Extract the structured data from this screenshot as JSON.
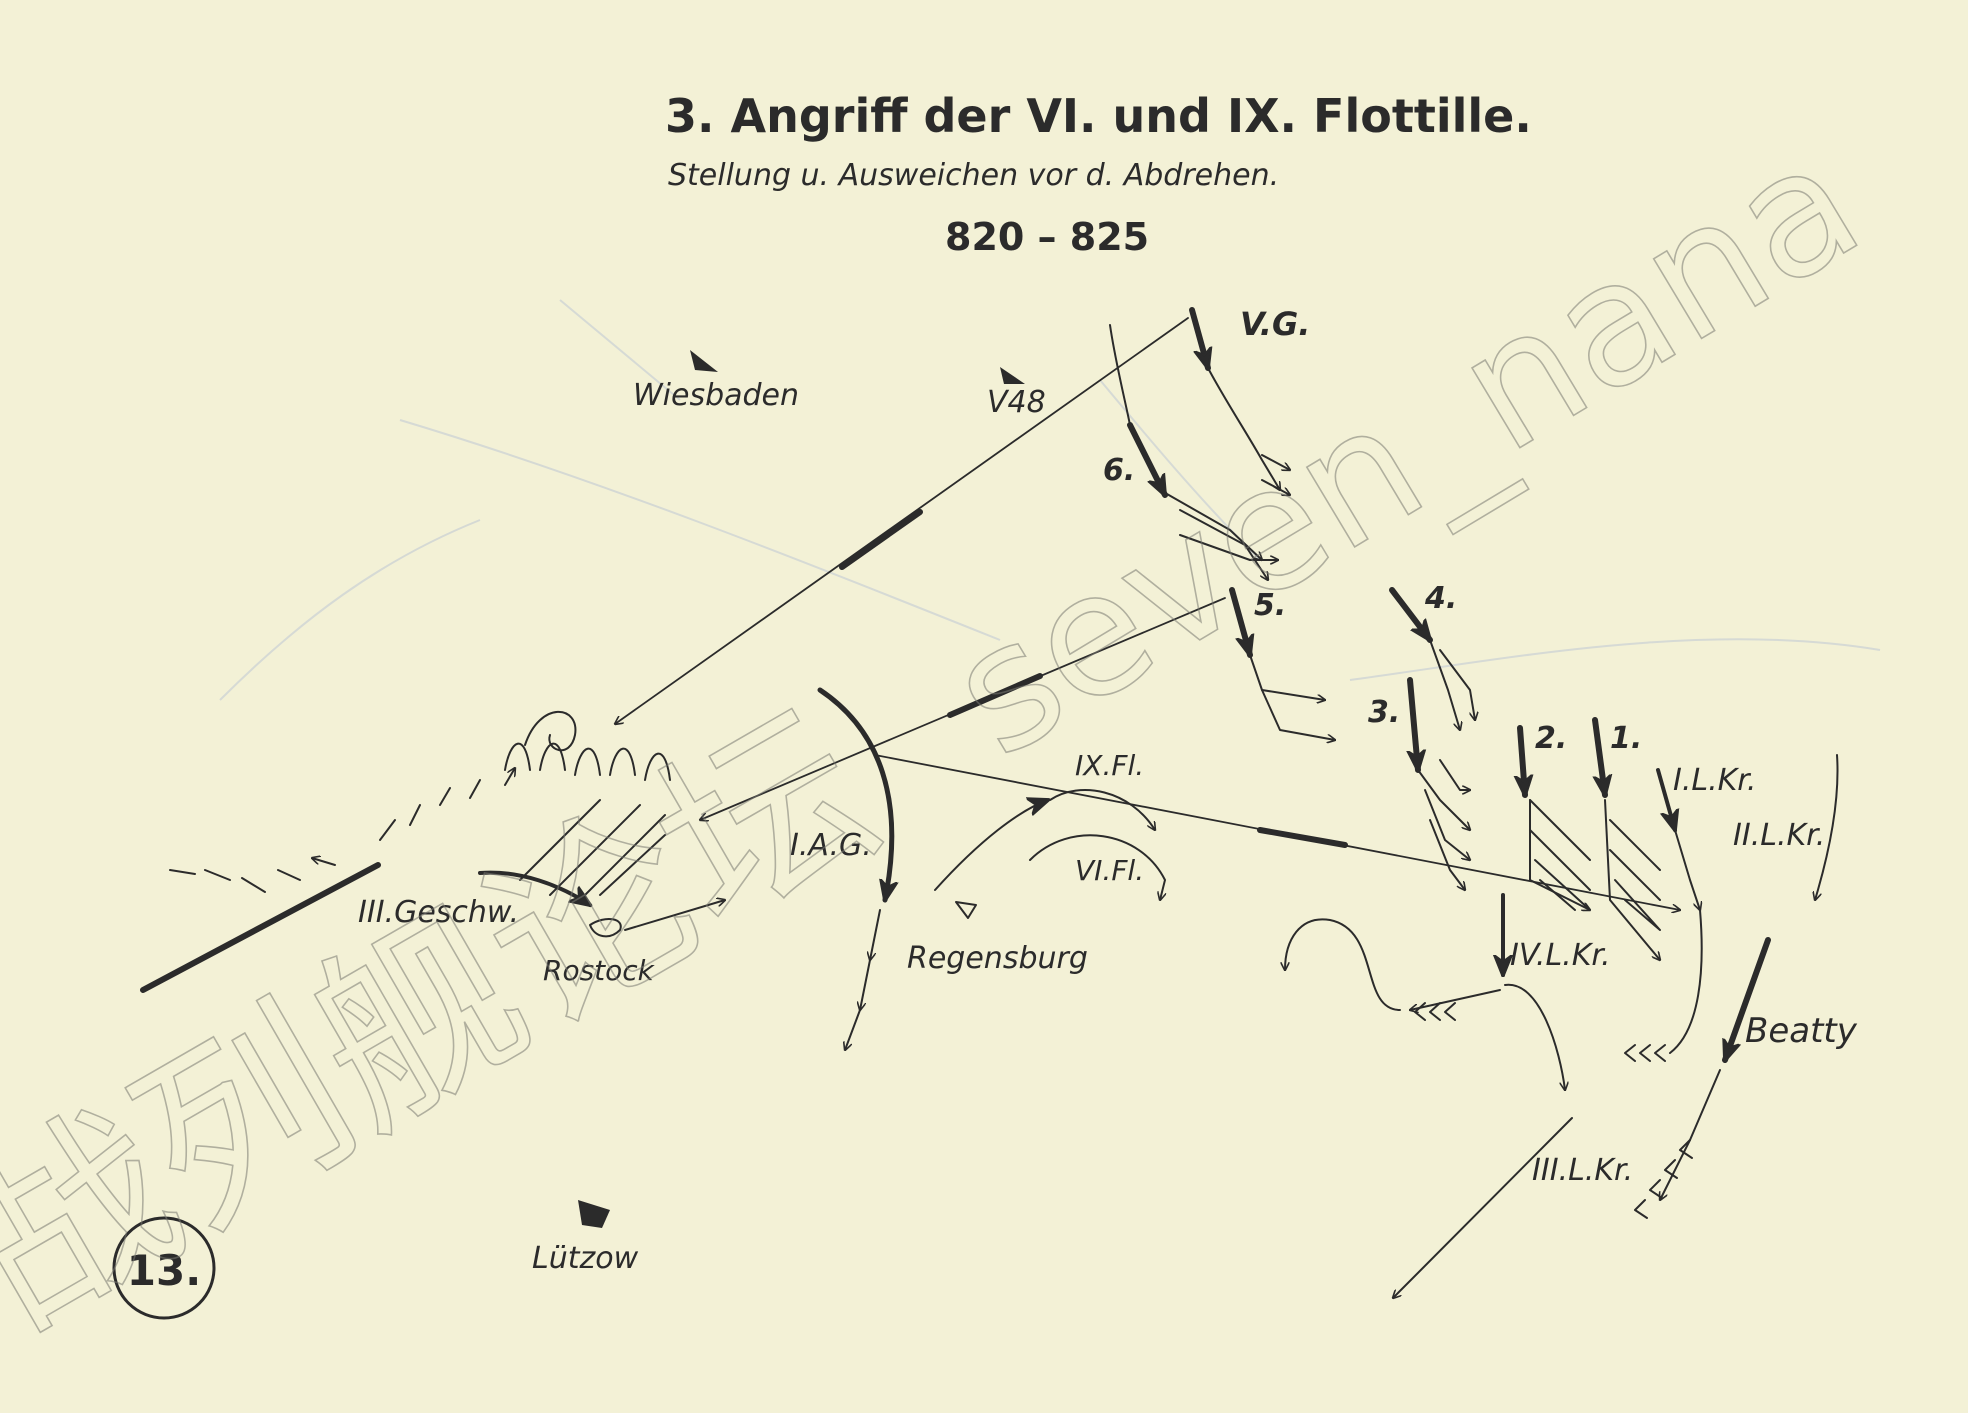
{
  "header": {
    "title": "3. Angriff der VI. und IX. Flottille.",
    "subtitle": "Stellung u. Ausweichen vor d. Abdrehen.",
    "time_range": "820 – 825"
  },
  "labels": {
    "vg": "V.G.",
    "wiesbaden": "Wiesbaden",
    "v48": "V48",
    "group6": "6.",
    "group5": "5.",
    "group4": "4.",
    "group3": "3.",
    "group2": "2.",
    "group1": "1.",
    "ilkr": "I.L.Kr.",
    "iilkr": "II.L.Kr.",
    "ixfl": "IX.Fl.",
    "vifl": "VI.Fl.",
    "iag": "I.A.G.",
    "iiigeschw": "III.Geschw.",
    "rostock": "Rostock",
    "regensburg": "Regensburg",
    "ivlkr": "IV.L.Kr.",
    "beatty": "Beatty",
    "iiilkr": "III.L.Kr.",
    "lutzow": "Lützow",
    "figure_number": "13."
  },
  "watermark": {
    "latin": "seven_nana",
    "cjk": "战列舰论坛"
  }
}
